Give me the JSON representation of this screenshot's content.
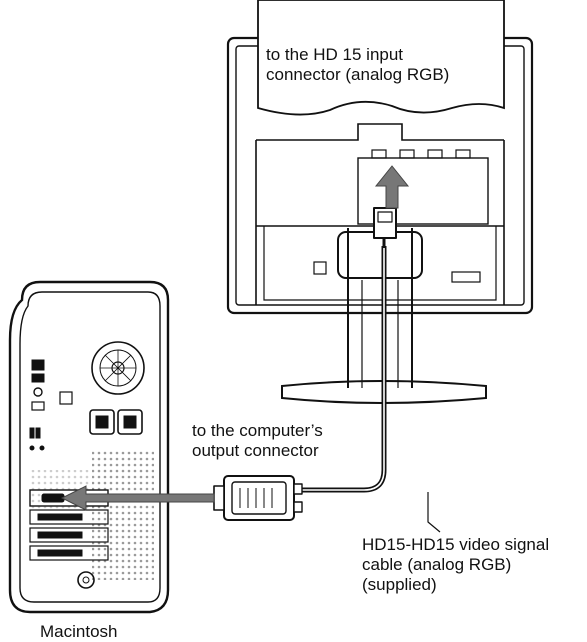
{
  "labels": {
    "monitor_connector": [
      "to the HD 15 input",
      "connector (analog RGB)"
    ],
    "computer_connector": [
      "to the computer’s",
      "output connector"
    ],
    "cable": [
      "HD15-HD15 video signal",
      "cable (analog RGB)",
      "(supplied)"
    ],
    "computer_name": "Macintosh"
  },
  "colors": {
    "ink": "#111111",
    "arrow": "#777777",
    "shade": "#cccccc",
    "dots": "#9a9a9a"
  }
}
